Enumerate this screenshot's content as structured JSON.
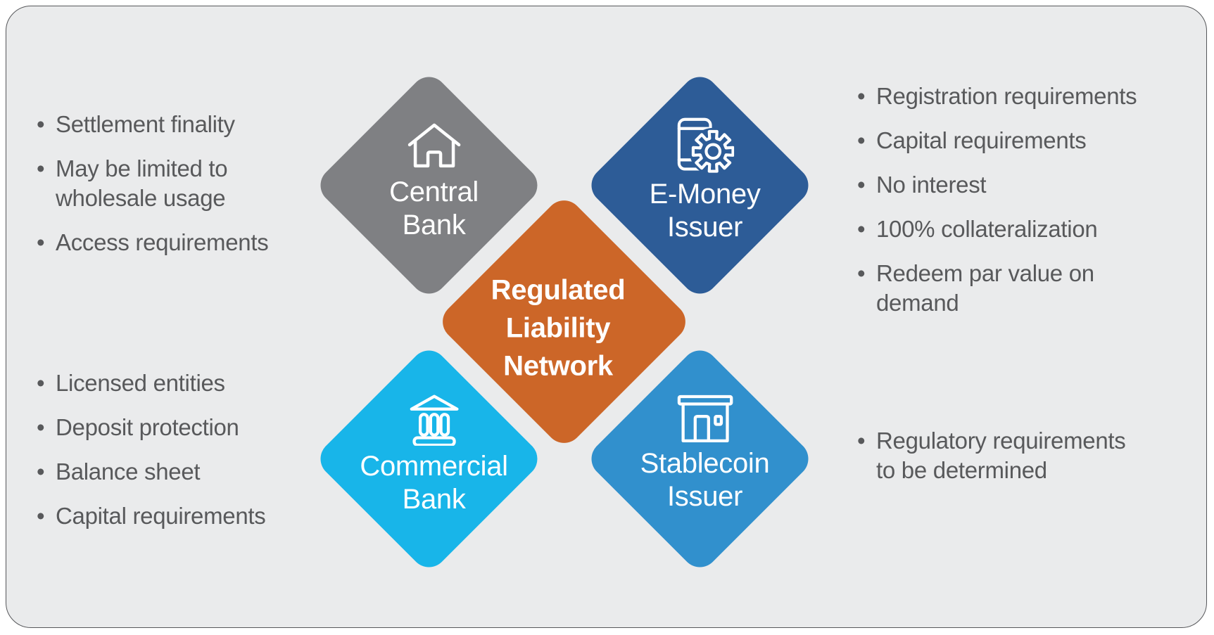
{
  "ui": {
    "bullet": "•"
  },
  "colors": {
    "canvas": "#ffffff",
    "card_background": "#eaebec",
    "card_border": "#56575a",
    "note_text": "#58595b",
    "diamond_label_text": "#ffffff",
    "center_diamond": "#cc6628",
    "central_bank_diamond": "#7f8083",
    "e_money_issuer_diamond": "#2d5c97",
    "commercial_bank_diamond": "#18b5e9",
    "stablecoin_issuer_diamond": "#3190cd"
  },
  "center": {
    "lines": [
      "Regulated",
      "Liability",
      "Network"
    ]
  },
  "nodes": {
    "central_bank": {
      "line1": "Central",
      "line2": "Bank",
      "icon": "house-icon"
    },
    "e_money_issuer": {
      "line1": "E-Money",
      "line2": "Issuer",
      "icon": "phone-gear-icon"
    },
    "commercial_bank": {
      "line1": "Commercial",
      "line2": "Bank",
      "icon": "bank-columns-icon"
    },
    "stablecoin_issuer": {
      "line1": "Stablecoin",
      "line2": "Issuer",
      "icon": "storefront-icon"
    }
  },
  "notes": {
    "central_bank": [
      "Settlement finality",
      "May be limited to wholesale usage",
      "Access requirements"
    ],
    "commercial_bank": [
      "Licensed entities",
      "Deposit protection",
      "Balance sheet",
      "Capital requirements"
    ],
    "e_money_issuer": [
      "Registration requirements",
      "Capital requirements",
      "No interest",
      "100% collateralization",
      "Redeem par value on demand"
    ],
    "stablecoin_issuer": [
      "Regulatory requirements to be determined"
    ]
  }
}
